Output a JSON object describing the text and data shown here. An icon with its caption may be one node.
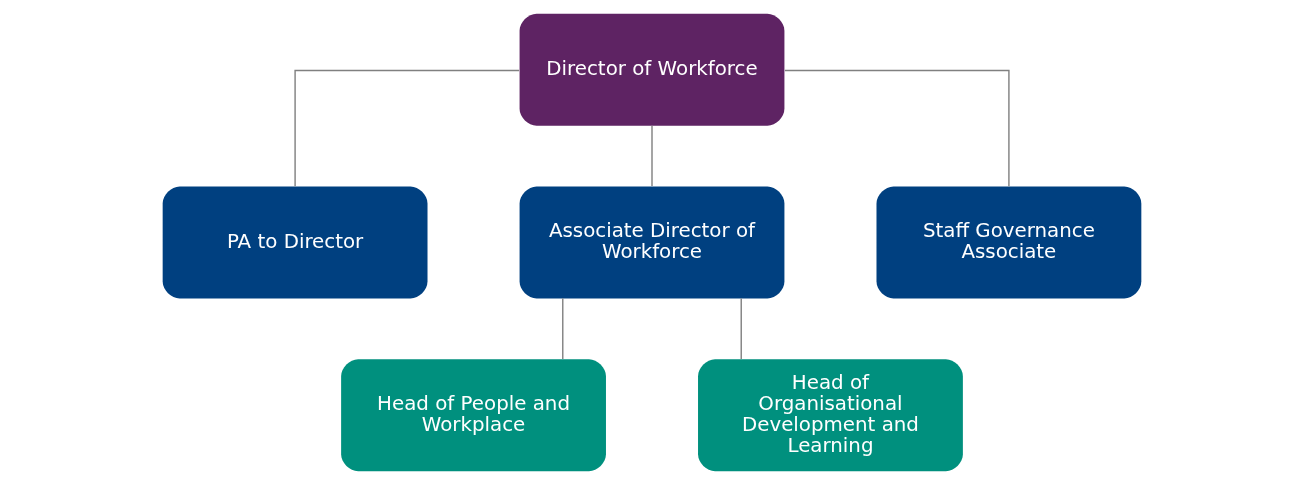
{
  "diagram": {
    "nodes": [
      {
        "text": [
          "Director of Workforce"
        ]
      },
      {
        "text": [
          "PA to Director"
        ]
      },
      {
        "text": [
          "Associate Director of Workforce"
        ]
      },
      {
        "text": [
          "Staff Governance Associate"
        ]
      },
      {
        "text": [
          "Head of People and Workplace"
        ]
      },
      {
        "text": [
          "Head of Organisational Development and Learning"
        ]
      }
    ],
    "edges": [
      {
        "from": 0,
        "to": 1,
        "arrow": "none"
      },
      {
        "from": 0,
        "to": 2,
        "arrow": "none"
      },
      {
        "from": 0,
        "to": 3,
        "arrow": "none"
      },
      {
        "from": 2,
        "to": 4,
        "arrow": "none"
      },
      {
        "from": 2,
        "to": 5,
        "arrow": "none"
      }
    ]
  }
}
